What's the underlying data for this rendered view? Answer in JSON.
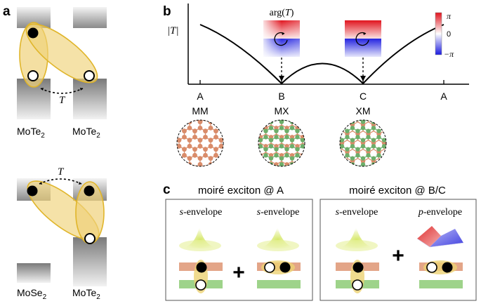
{
  "panel_labels": {
    "a": "a",
    "b": "b",
    "c": "c"
  },
  "panel_a": {
    "top": {
      "left_material": "MoTe",
      "left_sub": "2",
      "right_material": "MoTe",
      "right_sub": "2",
      "tunneling": "T"
    },
    "bottom": {
      "left_material": "MoSe",
      "left_sub": "2",
      "right_material": "MoTe",
      "right_sub": "2",
      "tunneling": "T"
    }
  },
  "panel_b": {
    "y_axis_label": "|T|",
    "points": [
      "A",
      "B",
      "C",
      "A"
    ],
    "stackings": [
      "MM",
      "MX",
      "XM"
    ],
    "phase_title": "arg(T)",
    "colorbar_ticks": {
      "max": "π",
      "mid": "0",
      "min": "−π"
    },
    "colors": {
      "phase_pos": "#e0141e",
      "phase_neg": "#1a1adf",
      "lattice_orange": "#d98c6a",
      "lattice_green": "#6dae6a"
    }
  },
  "panel_c": {
    "left_title": "moiré exciton @ A",
    "right_title": "moiré exciton @ B/C",
    "envelopes": [
      {
        "letter": "s",
        "suffix": "-envelope"
      },
      {
        "letter": "s",
        "suffix": "-envelope"
      },
      {
        "letter": "s",
        "suffix": "-envelope"
      },
      {
        "letter": "p",
        "suffix": "-envelope"
      }
    ],
    "plus": "+",
    "colors": {
      "orange_band": "#e3a588",
      "green_band": "#9ed38a",
      "exciton": "#ecd273"
    }
  }
}
